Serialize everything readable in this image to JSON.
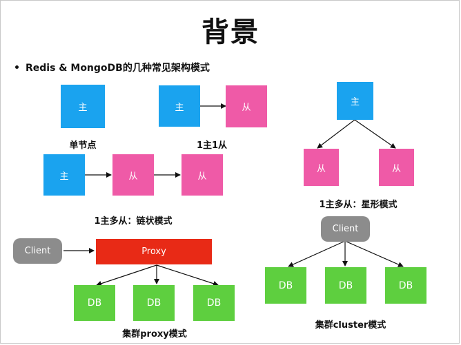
{
  "title": "背景",
  "bullet": "Redis & MongoDB的几种常见架构模式",
  "nodes": {
    "master": "主",
    "slave": "从",
    "client": "Client",
    "proxy": "Proxy",
    "db": "DB"
  },
  "captions": {
    "single_node": "单节点",
    "one_master_one_slave": "1主1从",
    "chain": "1主多从：链状模式",
    "star": "1主多从：星形模式",
    "cluster_proxy": "集群proxy模式",
    "cluster_mode": "集群cluster模式"
  },
  "colors": {
    "master": "#1aa3ef",
    "slave": "#ef5aa7",
    "db": "#5ecf3f",
    "proxy": "#e82a16",
    "client": "#8c8c8c"
  }
}
